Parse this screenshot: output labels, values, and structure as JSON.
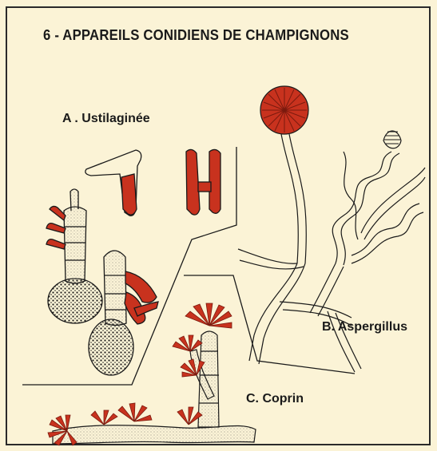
{
  "plate": {
    "title": "6 - APPAREILS CONIDIENS DE CHAMPIGNONS",
    "labels": {
      "a": "A . Ustilaginée",
      "b": "B. Aspergillus",
      "c": "C. Coprin"
    }
  },
  "colors": {
    "paper": "#fbf3d6",
    "ink": "#1a1a1a",
    "red": "#c8321e",
    "border": "#2a2a2a"
  }
}
